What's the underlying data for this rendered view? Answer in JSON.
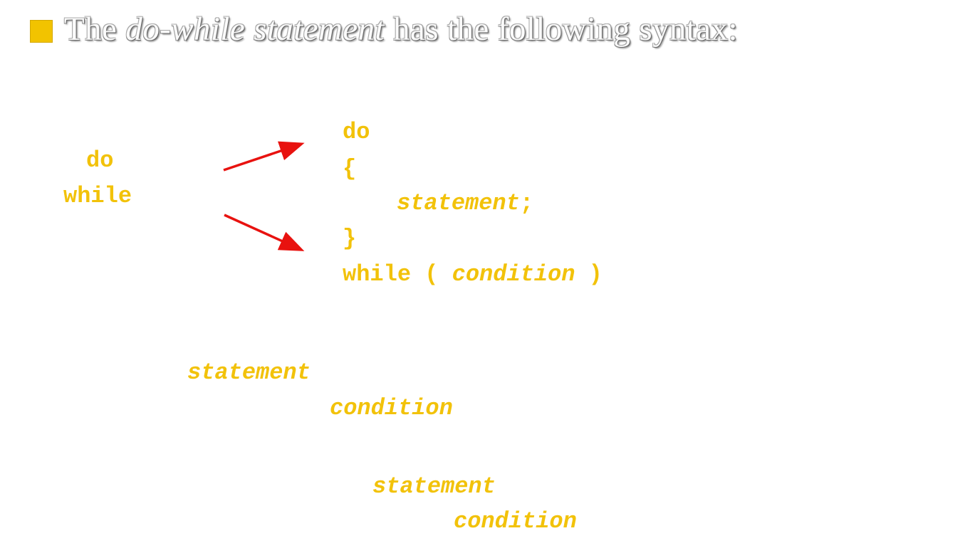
{
  "heading": {
    "prefix": "The ",
    "italic": "do-while statement",
    "suffix": " has the following syntax:"
  },
  "left_keywords": {
    "do": "do",
    "while": "while"
  },
  "syntax": {
    "do": "do",
    "open_brace": "{",
    "statement": "statement",
    "semicolon": ";",
    "close_brace": "}",
    "while": "while",
    "paren_open": " ( ",
    "condition": "condition",
    "paren_close": " )"
  },
  "notes": {
    "statement_1": "statement",
    "condition_1": "condition",
    "statement_2": "statement",
    "condition_2": "condition"
  },
  "colors": {
    "keyword": "#f2c20a",
    "arrow": "#e8120f",
    "bullet": "#f2c300"
  },
  "icons": [
    "bullet-square-icon",
    "arrow-icon"
  ]
}
